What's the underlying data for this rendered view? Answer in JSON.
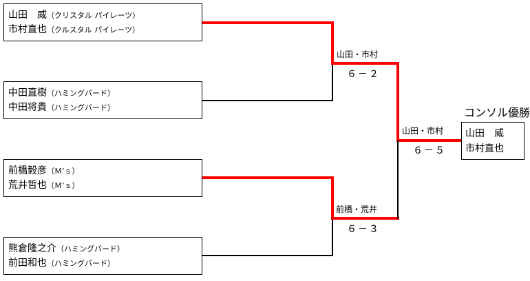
{
  "teams": [
    {
      "p1_name": "山田　威",
      "p1_club": "（クリスタル パイレーツ）",
      "p2_name": "市村直也",
      "p2_club": "（クルスタル パイレーツ）"
    },
    {
      "p1_name": "中田直樹",
      "p1_club": "（ハミングバード）",
      "p2_name": "中田将貴",
      "p2_club": "（ハミングバード）"
    },
    {
      "p1_name": "前橋毅彦",
      "p1_club": "（Ｍ’ｓ）",
      "p2_name": "荒井哲也",
      "p2_club": "（Ｍ’ｓ）"
    },
    {
      "p1_name": "熊倉隆之介",
      "p1_club": "（ハミングバード）",
      "p2_name": "前田和也",
      "p2_club": "（ハミングバード）"
    }
  ],
  "semifinals": [
    {
      "winner": "山田・市村",
      "score": "６－２"
    },
    {
      "winner": "前橋・荒井",
      "score": "６－３"
    }
  ],
  "final": {
    "winner": "山田・市村",
    "score": "６－５"
  },
  "champion": {
    "title": "コンソル優勝",
    "p1": "山田　威",
    "p2": "市村直也"
  },
  "colors": {
    "winner_line": "#ff0000",
    "bracket_line": "#000000"
  }
}
